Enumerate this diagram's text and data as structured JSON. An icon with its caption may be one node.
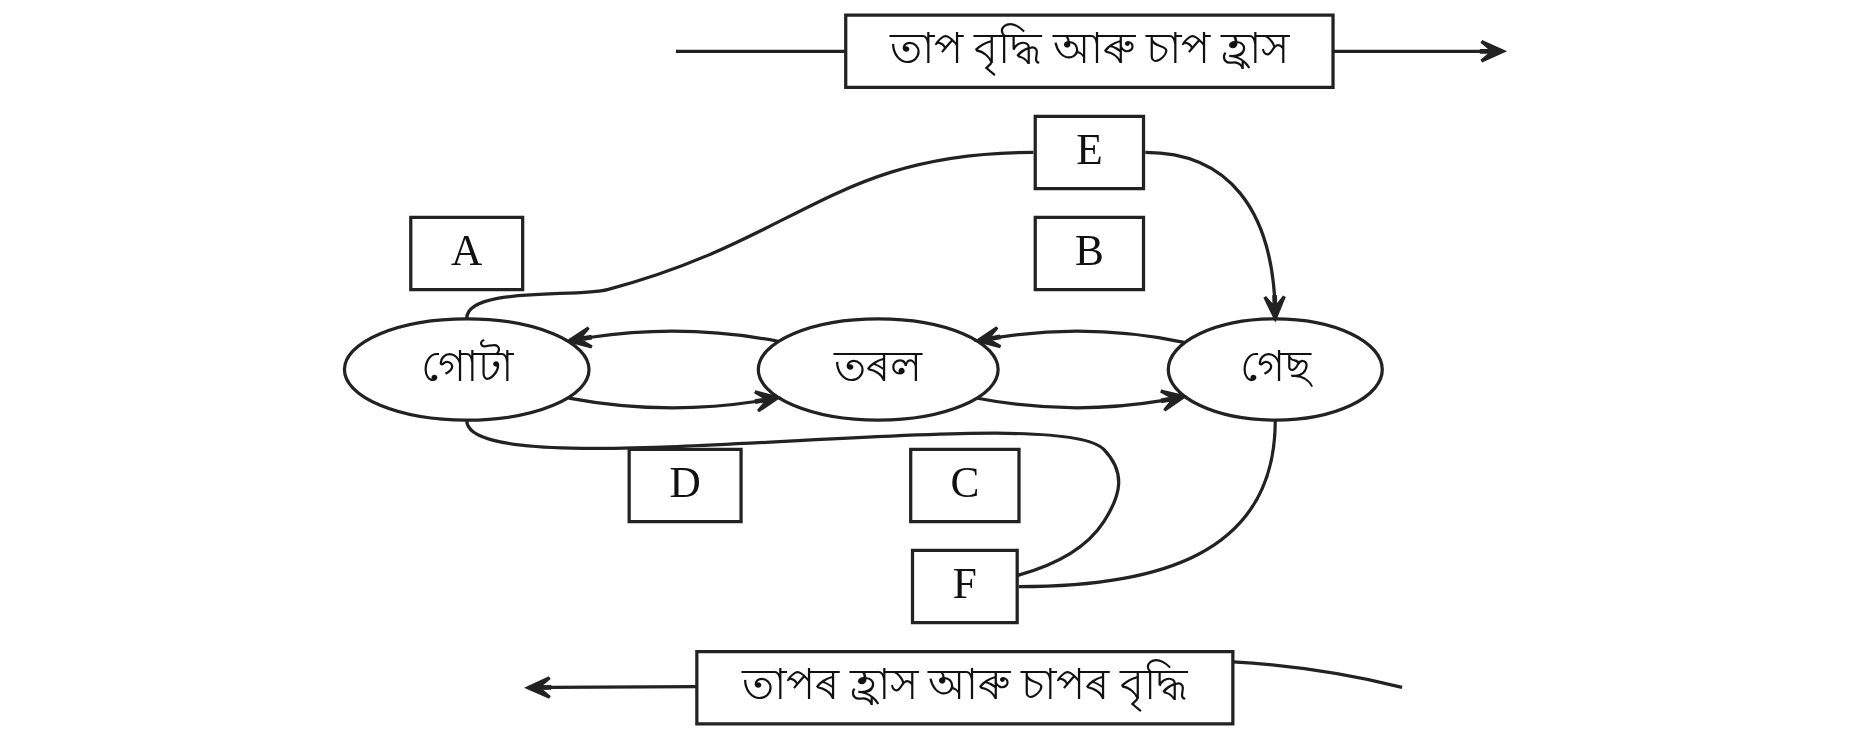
{
  "diagram": {
    "nodes": [
      {
        "text": [
          "তাপ বৃদ্ধি আৰু চাপ হ্ৰাস"
        ]
      },
      {
        "text": [
          "E"
        ]
      },
      {
        "text": [
          "গোটা"
        ]
      },
      {
        "text": [
          "A"
        ]
      },
      {
        "text": [
          "তৰল"
        ]
      },
      {
        "text": [
          "B"
        ]
      },
      {
        "text": [
          "গেছ"
        ]
      },
      {
        "text": [
          "D"
        ]
      },
      {
        "text": [
          "C"
        ]
      },
      {
        "text": [
          "F"
        ]
      },
      {
        "text": [
          "তাপৰ হ্ৰাস আৰু চাপৰ বৃদ্ধি"
        ]
      }
    ],
    "edges": [
      {
        "from": null,
        "to": 0,
        "arrow": "none"
      },
      {
        "from": 0,
        "to": null,
        "arrow": "to"
      },
      {
        "from": 2,
        "to": 1,
        "arrow": "none"
      },
      {
        "from": 1,
        "to": 6,
        "arrow": "to"
      },
      {
        "from": 2,
        "to": 4,
        "arrow": "to"
      },
      {
        "from": 4,
        "to": 2,
        "arrow": "to"
      },
      {
        "from": 4,
        "to": 6,
        "arrow": "to"
      },
      {
        "from": 6,
        "to": 4,
        "arrow": "to"
      },
      {
        "from": 6,
        "to": 9,
        "arrow": "none"
      },
      {
        "from": 9,
        "to": 2,
        "arrow": "none"
      },
      {
        "from": null,
        "to": 10,
        "arrow": "none"
      },
      {
        "from": 10,
        "to": null,
        "arrow": "to"
      }
    ]
  }
}
